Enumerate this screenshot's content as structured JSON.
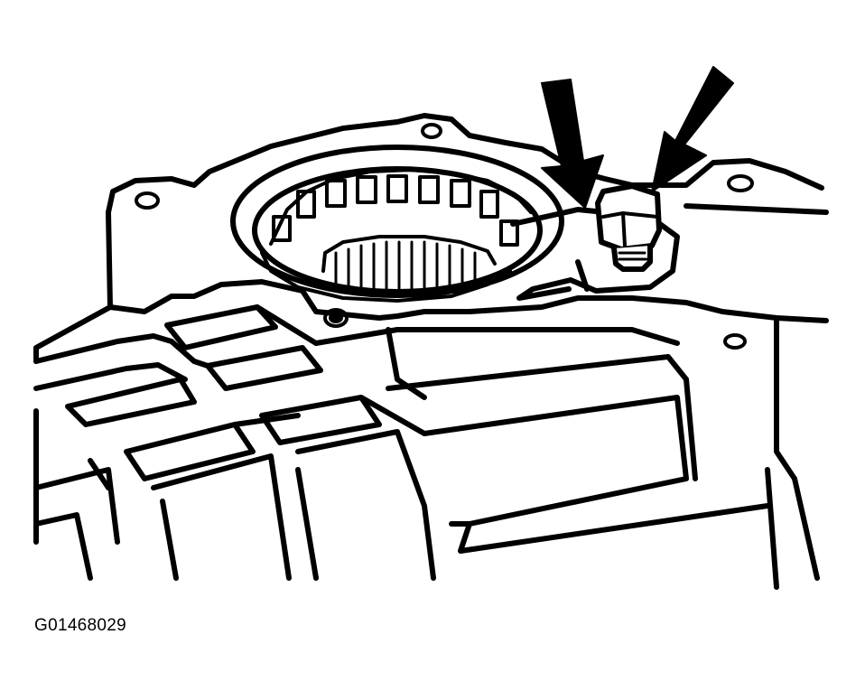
{
  "figure": {
    "id_label": "G01468029",
    "colors": {
      "line": "#000000",
      "background": "#ffffff"
    },
    "callouts": [
      {
        "name": "arrow-left",
        "points_to": "bolt"
      },
      {
        "name": "arrow-right",
        "points_to": "bolt"
      }
    ]
  }
}
